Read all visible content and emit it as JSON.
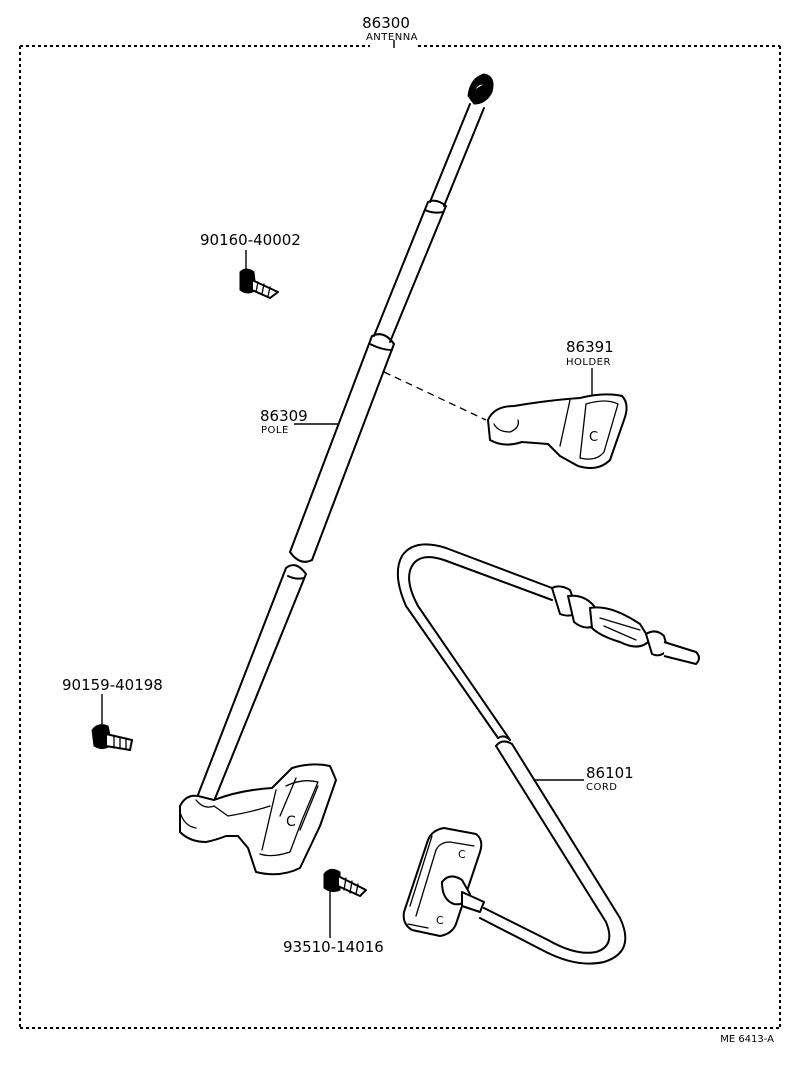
{
  "assembly": {
    "part_number": "86300",
    "name": "ANTENNA"
  },
  "parts": [
    {
      "id": "pole",
      "part_number": "86309",
      "name": "POLE"
    },
    {
      "id": "holder",
      "part_number": "86391",
      "name": "HOLDER"
    },
    {
      "id": "cord",
      "part_number": "86101",
      "name": "CORD"
    },
    {
      "id": "screw-top",
      "part_number": "90160-40002",
      "name": ""
    },
    {
      "id": "screw-left",
      "part_number": "90159-40198",
      "name": ""
    },
    {
      "id": "screw-bottom",
      "part_number": "93510-14016",
      "name": ""
    }
  ],
  "figure_ref": "ME 6413-A"
}
